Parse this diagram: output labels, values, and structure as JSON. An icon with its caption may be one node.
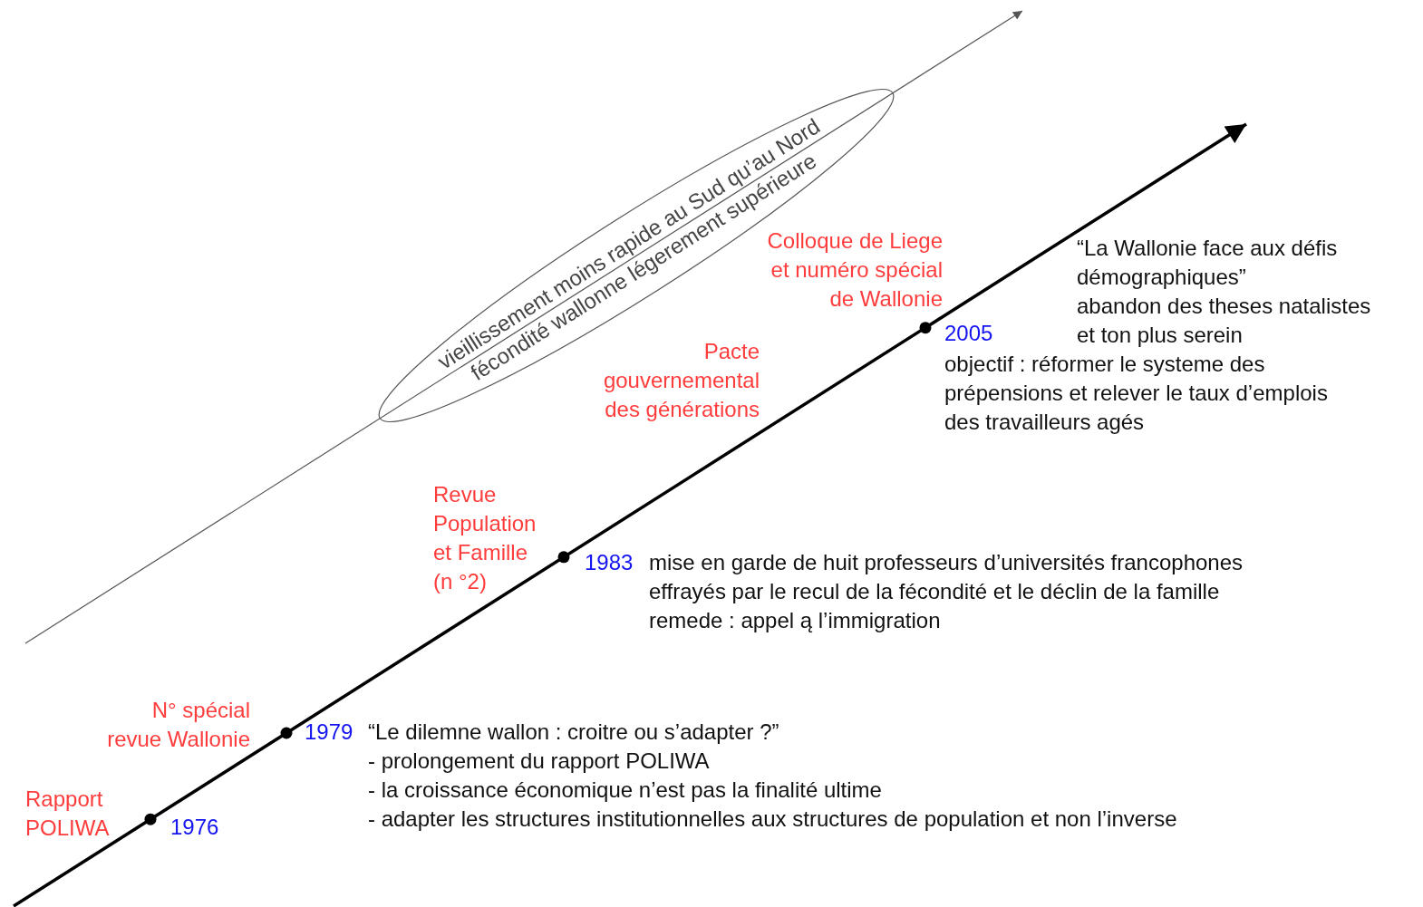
{
  "diagram": {
    "nodes": [
      {
        "text": [
          "vieillissement moins rapide au Sud qu’au Nord",
          "fécondité wallonne légerement supérieure"
        ]
      }
    ],
    "labels": [
      "Colloque de Liege et numéro spécial de Wallonie",
      "“La Wallonie face aux défis démographiques”",
      "abandon des theses natalistes et ton plus serein",
      "Pacte gouvernemental des générations",
      "2005",
      "objectif : réformer le systeme des prépensions et relever le taux d’emplois des travailleurs agés",
      "Revue Population et Famille (n °2)",
      "1983",
      "mise en garde de huit professeurs d’universités francophones effrayés par le recul de la fécondité et le déclin de la famille remede : appel ą l’immigration",
      "N° spécial revue Wallonie",
      "1979",
      "“Le dilemne wallon : croitre ou s’adapter ?”",
      "- prolongement du rapport POLIWA",
      "- la croissance économique n’est pas la finalité ultime",
      "- adapter les structures institutionnelles aux structures de population et non l’inverse",
      "Rapport POLIWA",
      "1976"
    ]
  }
}
